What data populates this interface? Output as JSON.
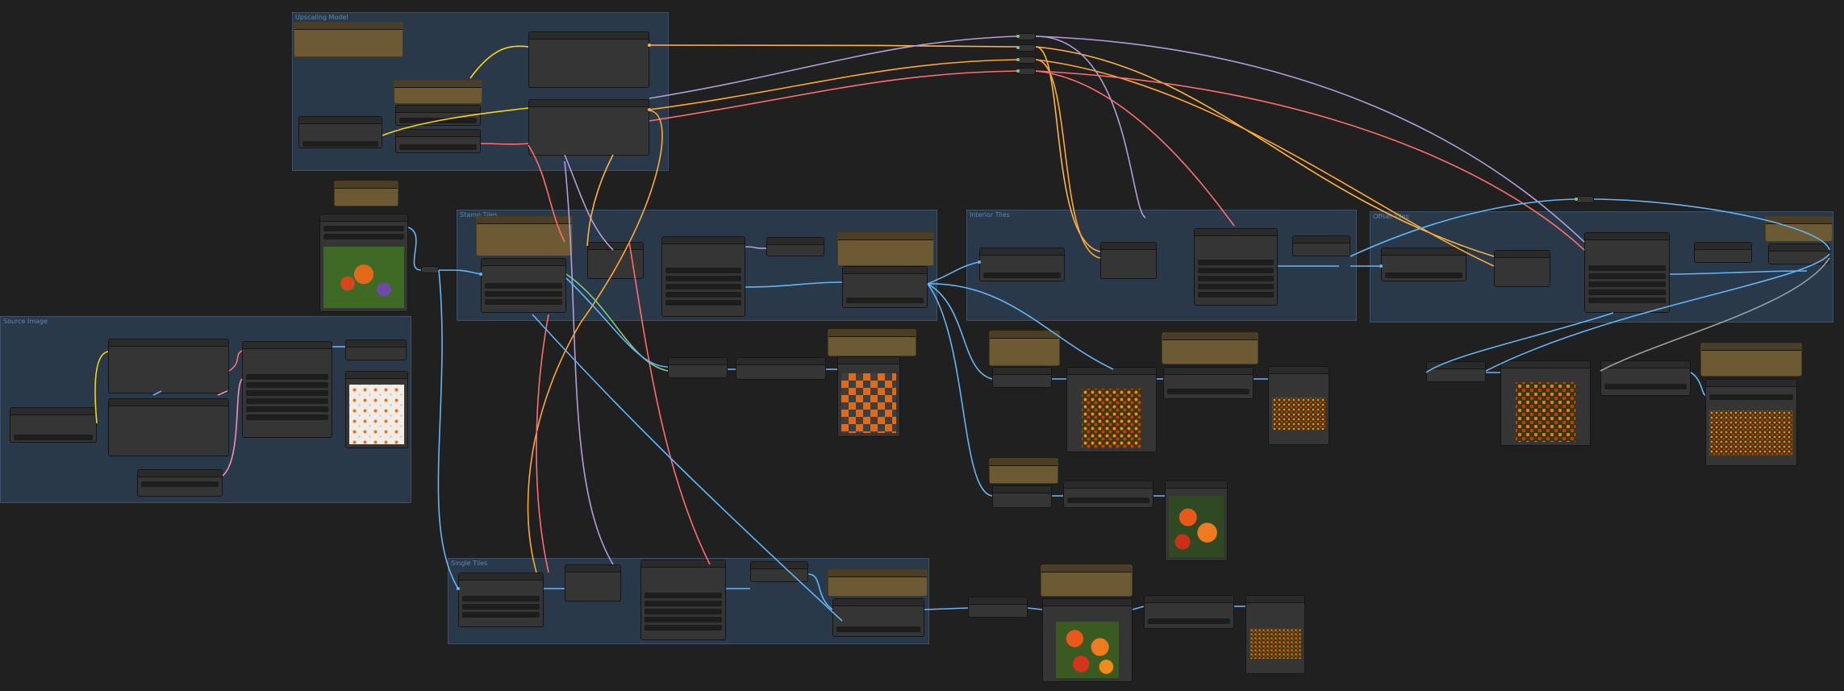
{
  "groups": {
    "upscaling_model": "Upscaling Model",
    "source_image": "Source Image",
    "stamp_tiles": "Stamp Tiles",
    "interior_tiles": "Interior Tiles",
    "offset_tiles": "Offset Tiles",
    "single_tiles": "Single Tiles"
  },
  "colors": {
    "canvas": "#202020",
    "group_fill": "#29394a",
    "node_fill": "#353535",
    "note_fill": "#6b5a34",
    "wire_image": "#64b5f6",
    "wire_model": "#ffd500",
    "wire_vae": "#ff6e6e",
    "wire_clip": "#ffb347",
    "wire_latent": "#b39ddb",
    "wire_mask": "#81c784",
    "wire_cond": "#ffa931"
  },
  "icons": {
    "wire_socket": "socket-dot",
    "image_preview": "flower-photo-icon"
  }
}
